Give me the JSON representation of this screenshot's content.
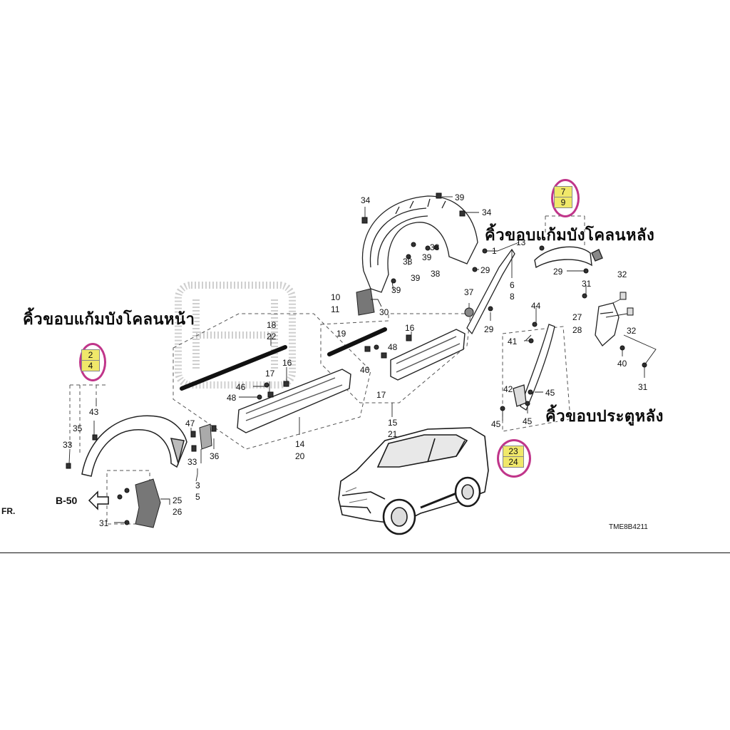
{
  "labels": {
    "front_fender_trim": "คิ้วขอบแก้มบังโคลนหน้า",
    "rear_fender_trim": "คิ้วขอบแก้มบังโคลนหลัง",
    "rear_door_trim": "คิ้วขอบประตูหลัง"
  },
  "diagram_code": "TME8B4211",
  "reference": "B-50",
  "direction": "FR.",
  "highlight": {
    "front": [
      "2",
      "4"
    ],
    "rear": [
      "7",
      "9"
    ],
    "door": [
      "23",
      "24"
    ]
  },
  "part_numbers": {
    "n1": "34",
    "n2": "39",
    "n3": "34",
    "n4": "1",
    "n5": "38",
    "n6": "39",
    "n7": "38",
    "n8": "39",
    "n9": "38",
    "n10": "39",
    "n11": "29",
    "n12": "13",
    "n13": "6",
    "n14": "8",
    "n15": "29",
    "n16": "37",
    "n17": "10",
    "n18": "11",
    "n19": "30",
    "n20": "18",
    "n21": "22",
    "n22": "19",
    "n23": "16",
    "n24": "48",
    "n25": "46",
    "n26": "17",
    "n27": "15",
    "n28": "21",
    "n29": "17",
    "n30": "16",
    "n31": "46",
    "n32": "48",
    "n33": "14",
    "n34": "20",
    "n35": "47",
    "n36": "36",
    "n37": "33",
    "n38": "3",
    "n39": "5",
    "n40": "43",
    "n41": "35",
    "n42": "33",
    "n43": "25",
    "n44": "26",
    "n45": "31",
    "n46": "44",
    "n47": "41",
    "n48": "42",
    "n49": "45",
    "n50": "45",
    "n51": "45",
    "n52": "29",
    "n53": "31",
    "n54": "32",
    "n55": "27",
    "n56": "28",
    "n57": "32",
    "n58": "40",
    "n59": "31"
  }
}
